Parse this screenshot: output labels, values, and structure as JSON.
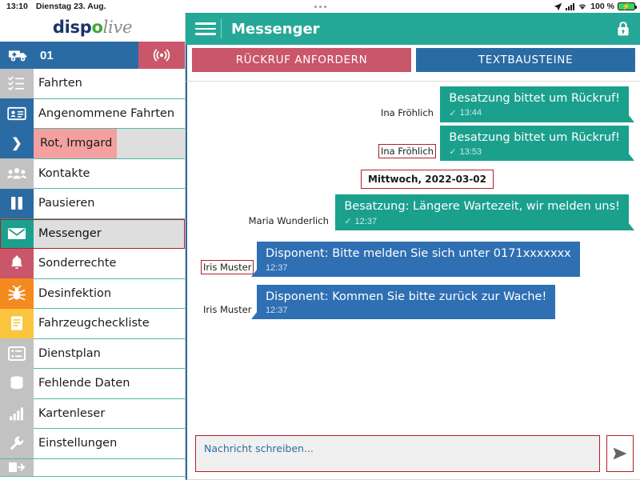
{
  "statusbar": {
    "time": "13:10",
    "date": "Dienstag 23. Aug.",
    "battery_percent": "100 %",
    "location_icon": "location-arrow-icon",
    "signal_icon": "cellular-signal-icon",
    "wifi_icon": "wifi-icon",
    "battery_icon": "battery-charging-icon",
    "multitask_icon": "multitask-dots-icon"
  },
  "sidebar": {
    "logo": {
      "part1": "disp",
      "accent": "o",
      "part2": "live"
    },
    "vehicle": {
      "callsign": "01",
      "vehicle_icon": "ambulance-icon",
      "radio_icon": "radio-broadcast-icon"
    },
    "items": [
      {
        "label": "Fahrten",
        "icon": "checklist-icon",
        "icon_color": "#c2c2c2",
        "selected": false
      },
      {
        "label": "Angenommene Fahrten",
        "icon": "id-card-icon",
        "icon_color": "#2b6ba3",
        "selected": false
      },
      {
        "label": "Kontakte",
        "icon": "people-icon",
        "icon_color": "#c2c2c2",
        "selected": false
      },
      {
        "label": "Pausieren",
        "icon": "pause-icon",
        "icon_color": "#2b6ba3",
        "selected": false
      },
      {
        "label": "Messenger",
        "icon": "envelope-icon",
        "icon_color": "#1ba08e",
        "selected": true
      },
      {
        "label": "Sonderrechte",
        "icon": "bell-icon",
        "icon_color": "#c9566a",
        "selected": false
      },
      {
        "label": "Desinfektion",
        "icon": "bug-icon",
        "icon_color": "#f58a1f",
        "selected": false
      },
      {
        "label": "Fahrzeugcheckliste",
        "icon": "document-icon",
        "icon_color": "#fcc53f",
        "selected": false
      },
      {
        "label": "Dienstplan",
        "icon": "list-icon",
        "icon_color": "#c2c2c2",
        "selected": false
      },
      {
        "label": "Fehlende Daten",
        "icon": "database-icon",
        "icon_color": "#c2c2c2",
        "selected": false
      },
      {
        "label": "Kartenleser",
        "icon": "bar-chart-icon",
        "icon_color": "#c2c2c2",
        "selected": false
      },
      {
        "label": "Einstellungen",
        "icon": "wrench-icon",
        "icon_color": "#c2c2c2",
        "selected": false
      }
    ],
    "sub_entry": {
      "label": "Rot, Irmgard",
      "chevron_icon": "chevron-right-icon"
    }
  },
  "topbar": {
    "menu_icon": "hamburger-menu-icon",
    "title": "Messenger",
    "lock_icon": "lock-icon"
  },
  "actions": {
    "callback": "RÜCKRUF ANFORDERN",
    "snippets": "TEXTBAUSTEINE"
  },
  "chat": {
    "messages": [
      {
        "sender": "Ina Fröhlich",
        "text": "Besatzung bittet um Rückruf!",
        "time": "13:44",
        "direction": "out",
        "status_icon": "check-icon",
        "sender_boxed": false
      },
      {
        "sender": "Ina Fröhlich",
        "text": "Besatzung bittet um Rückruf!",
        "time": "13:53",
        "direction": "out",
        "status_icon": "check-icon",
        "sender_boxed": true
      },
      {
        "date_separator": "Mittwoch, 2022-03-02"
      },
      {
        "sender": "Maria Wunderlich",
        "text": "Besatzung: Längere Wartezeit, wir melden uns!",
        "time": "12:37",
        "direction": "out",
        "status_icon": "check-icon",
        "sender_boxed": false
      },
      {
        "sender": "Iris Muster",
        "text": "Disponent: Bitte melden Sie sich unter 0171xxxxxxx",
        "time": "12:37",
        "direction": "in",
        "status_icon": "",
        "sender_boxed": true
      },
      {
        "sender": "Iris Muster",
        "text": "Disponent: Kommen Sie bitte zurück zur Wache!",
        "time": "12:37",
        "direction": "in",
        "status_icon": "",
        "sender_boxed": false
      }
    ]
  },
  "composer": {
    "placeholder": "Nachricht schreiben...",
    "value": "",
    "send_icon": "send-paper-plane-icon"
  },
  "colors": {
    "teal": "#25a898",
    "bubble_teal": "#1ba08e",
    "bubble_blue": "#2f6fb3",
    "blue": "#2b6ba3",
    "red": "#c9566a",
    "annotation": "#b41f28",
    "divider_teal": "#4fb8a8"
  }
}
